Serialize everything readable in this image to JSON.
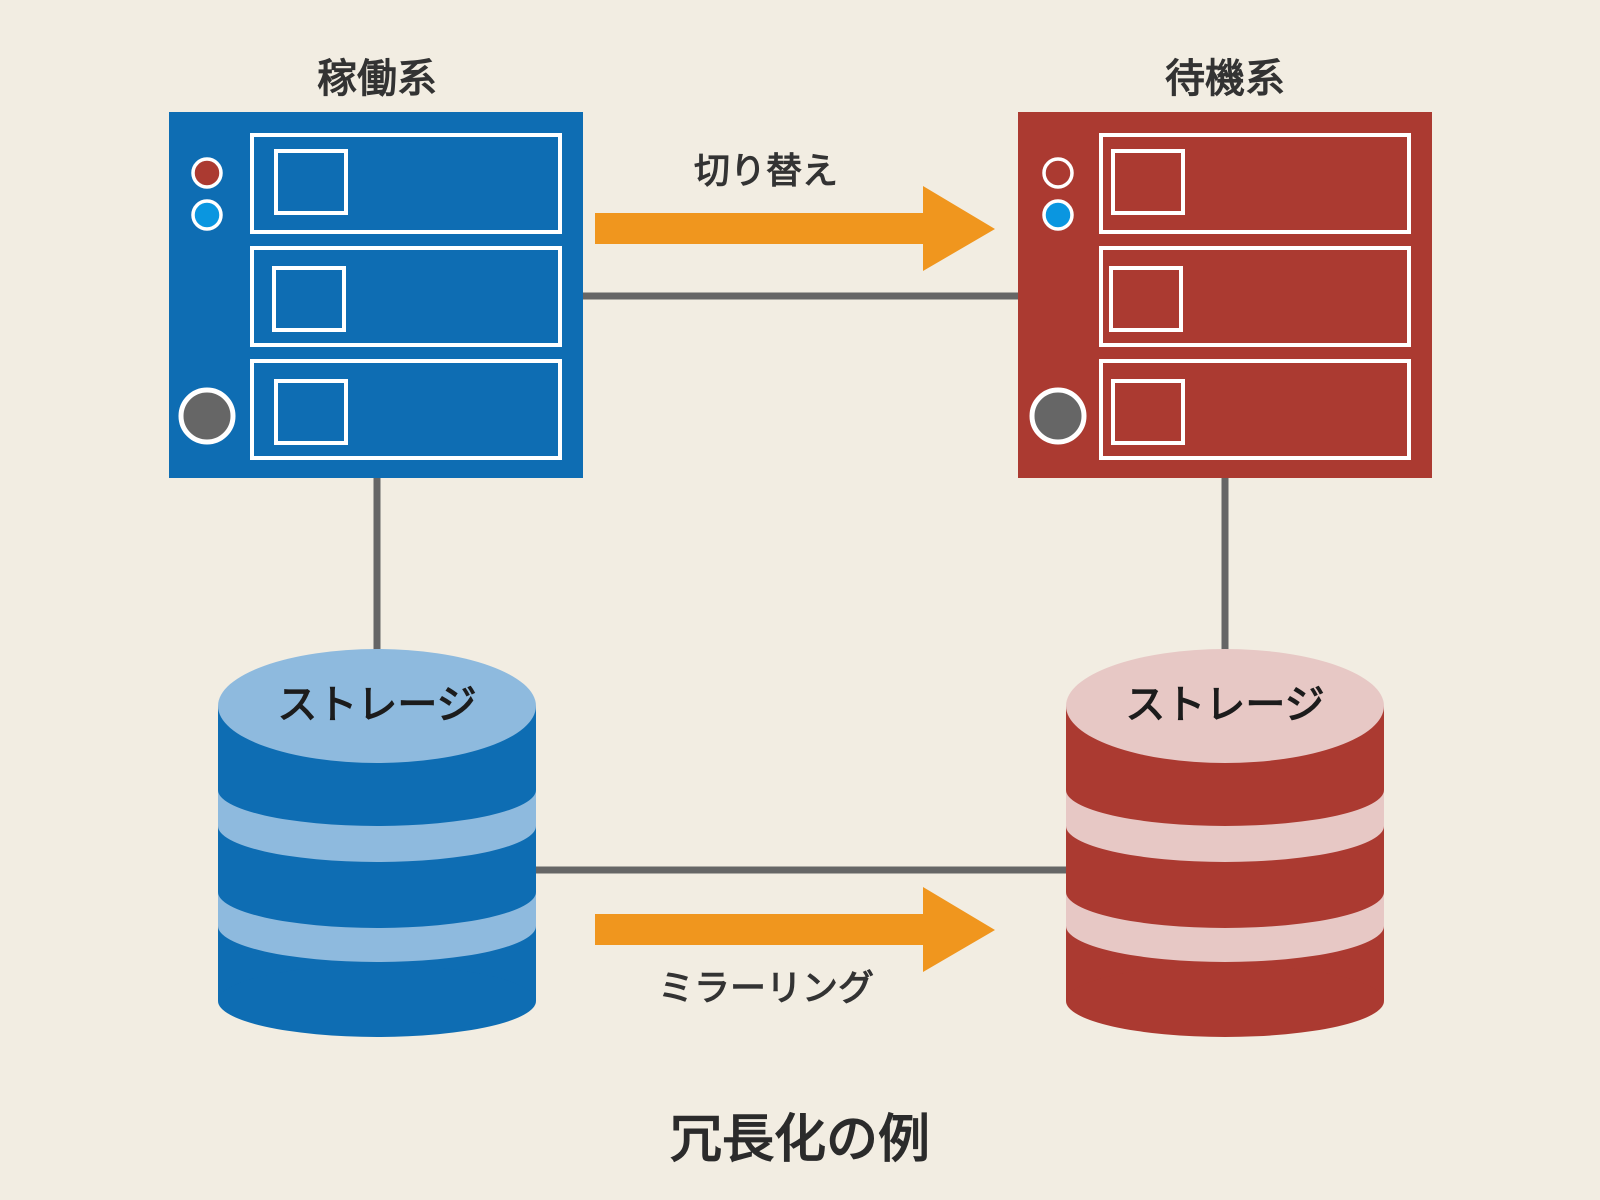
{
  "diagram": {
    "title": "冗長化の例",
    "active": {
      "label": "稼働系",
      "color": "#0e6db3",
      "storage_label": "ストレージ",
      "storage_top_color": "#8ebade"
    },
    "standby": {
      "label": "待機系",
      "color": "#ab3a31",
      "storage_label": "ストレージ",
      "storage_top_color": "#e7c8c5"
    },
    "switchover_label": "切り替え",
    "mirroring_label": "ミラーリング",
    "arrow_color": "#f0961e",
    "line_color": "#666666",
    "led_colors": {
      "red": "#ab3a31",
      "blue": "#0a96e0",
      "power": "#666666"
    }
  }
}
